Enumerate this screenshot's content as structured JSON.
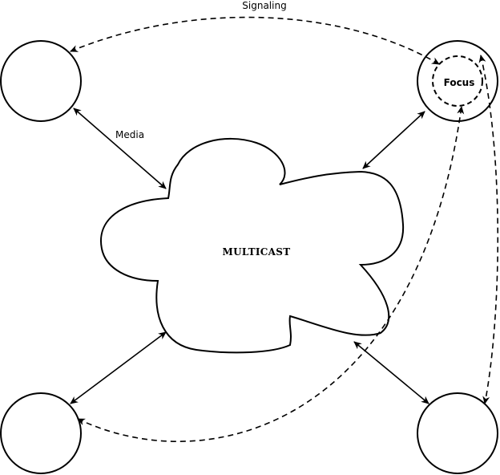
{
  "labels": {
    "signaling": "Signaling",
    "media": "Media",
    "focus": "Focus",
    "multicast": "MULTICAST"
  }
}
